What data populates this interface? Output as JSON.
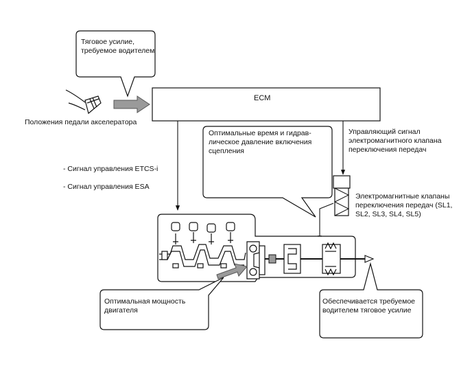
{
  "callout_driver_demand": "Тяговое усилие,\nтребуемое водителем",
  "pedal_label": "Положения педали акселератора",
  "ecm_label": "ECM",
  "etcs_signal": "- Сигнал управления ETCS-i",
  "esa_signal": "- Сигнал управления ESA",
  "callout_clutch": "Оптимальные время и гидрав-\nлическое давление включения\nсцепления",
  "solenoid_signal_label": "Управляющий сигнал\nэлектромагнитного клапана\nпереключения передач",
  "solenoid_valves_label": "Электромагнитные клапаны\nпереключения передач (SL1,\nSL2, SL3, SL4, SL5)",
  "callout_engine_power": "Оптимальная мощность\nдвигателя",
  "callout_traction": "Обеспечивается требуемое\nводителем тяговое усилие"
}
